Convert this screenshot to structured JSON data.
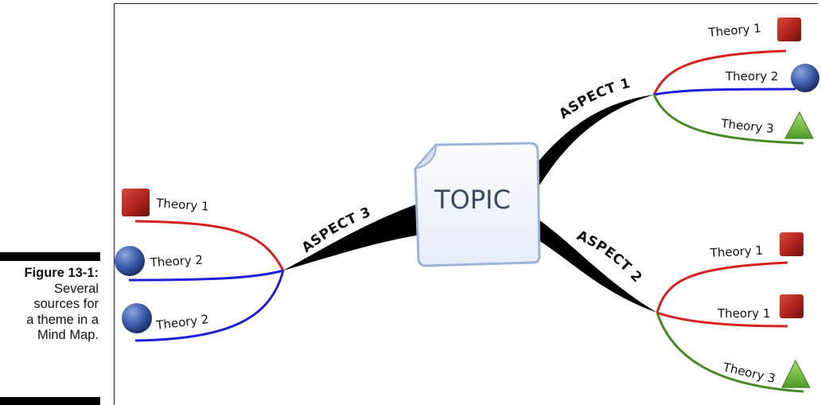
{
  "caption": {
    "figure_label": "Figure 13-1:",
    "text_lines": [
      "Several",
      "sources for",
      "a theme in a",
      "Mind Map."
    ]
  },
  "central_topic": "TOPIC",
  "aspects": [
    {
      "label": "ASPECT 1",
      "theories": [
        "Theory 1",
        "Theory 2",
        "Theory 3"
      ]
    },
    {
      "label": "ASPECT 2",
      "theories": [
        "Theory 1",
        "Theory 1",
        "Theory 3"
      ]
    },
    {
      "label": "ASPECT 3",
      "theories": [
        "Theory 1",
        "Theory 2",
        "Theory 2"
      ]
    }
  ],
  "colors": {
    "branch": "#000000",
    "red": "#d71f1f",
    "blue": "#1f1fd9",
    "green": "#4a8a26",
    "square": "#b0221b",
    "circle": "#3a5bab",
    "triangle": "#6cbf3a"
  }
}
